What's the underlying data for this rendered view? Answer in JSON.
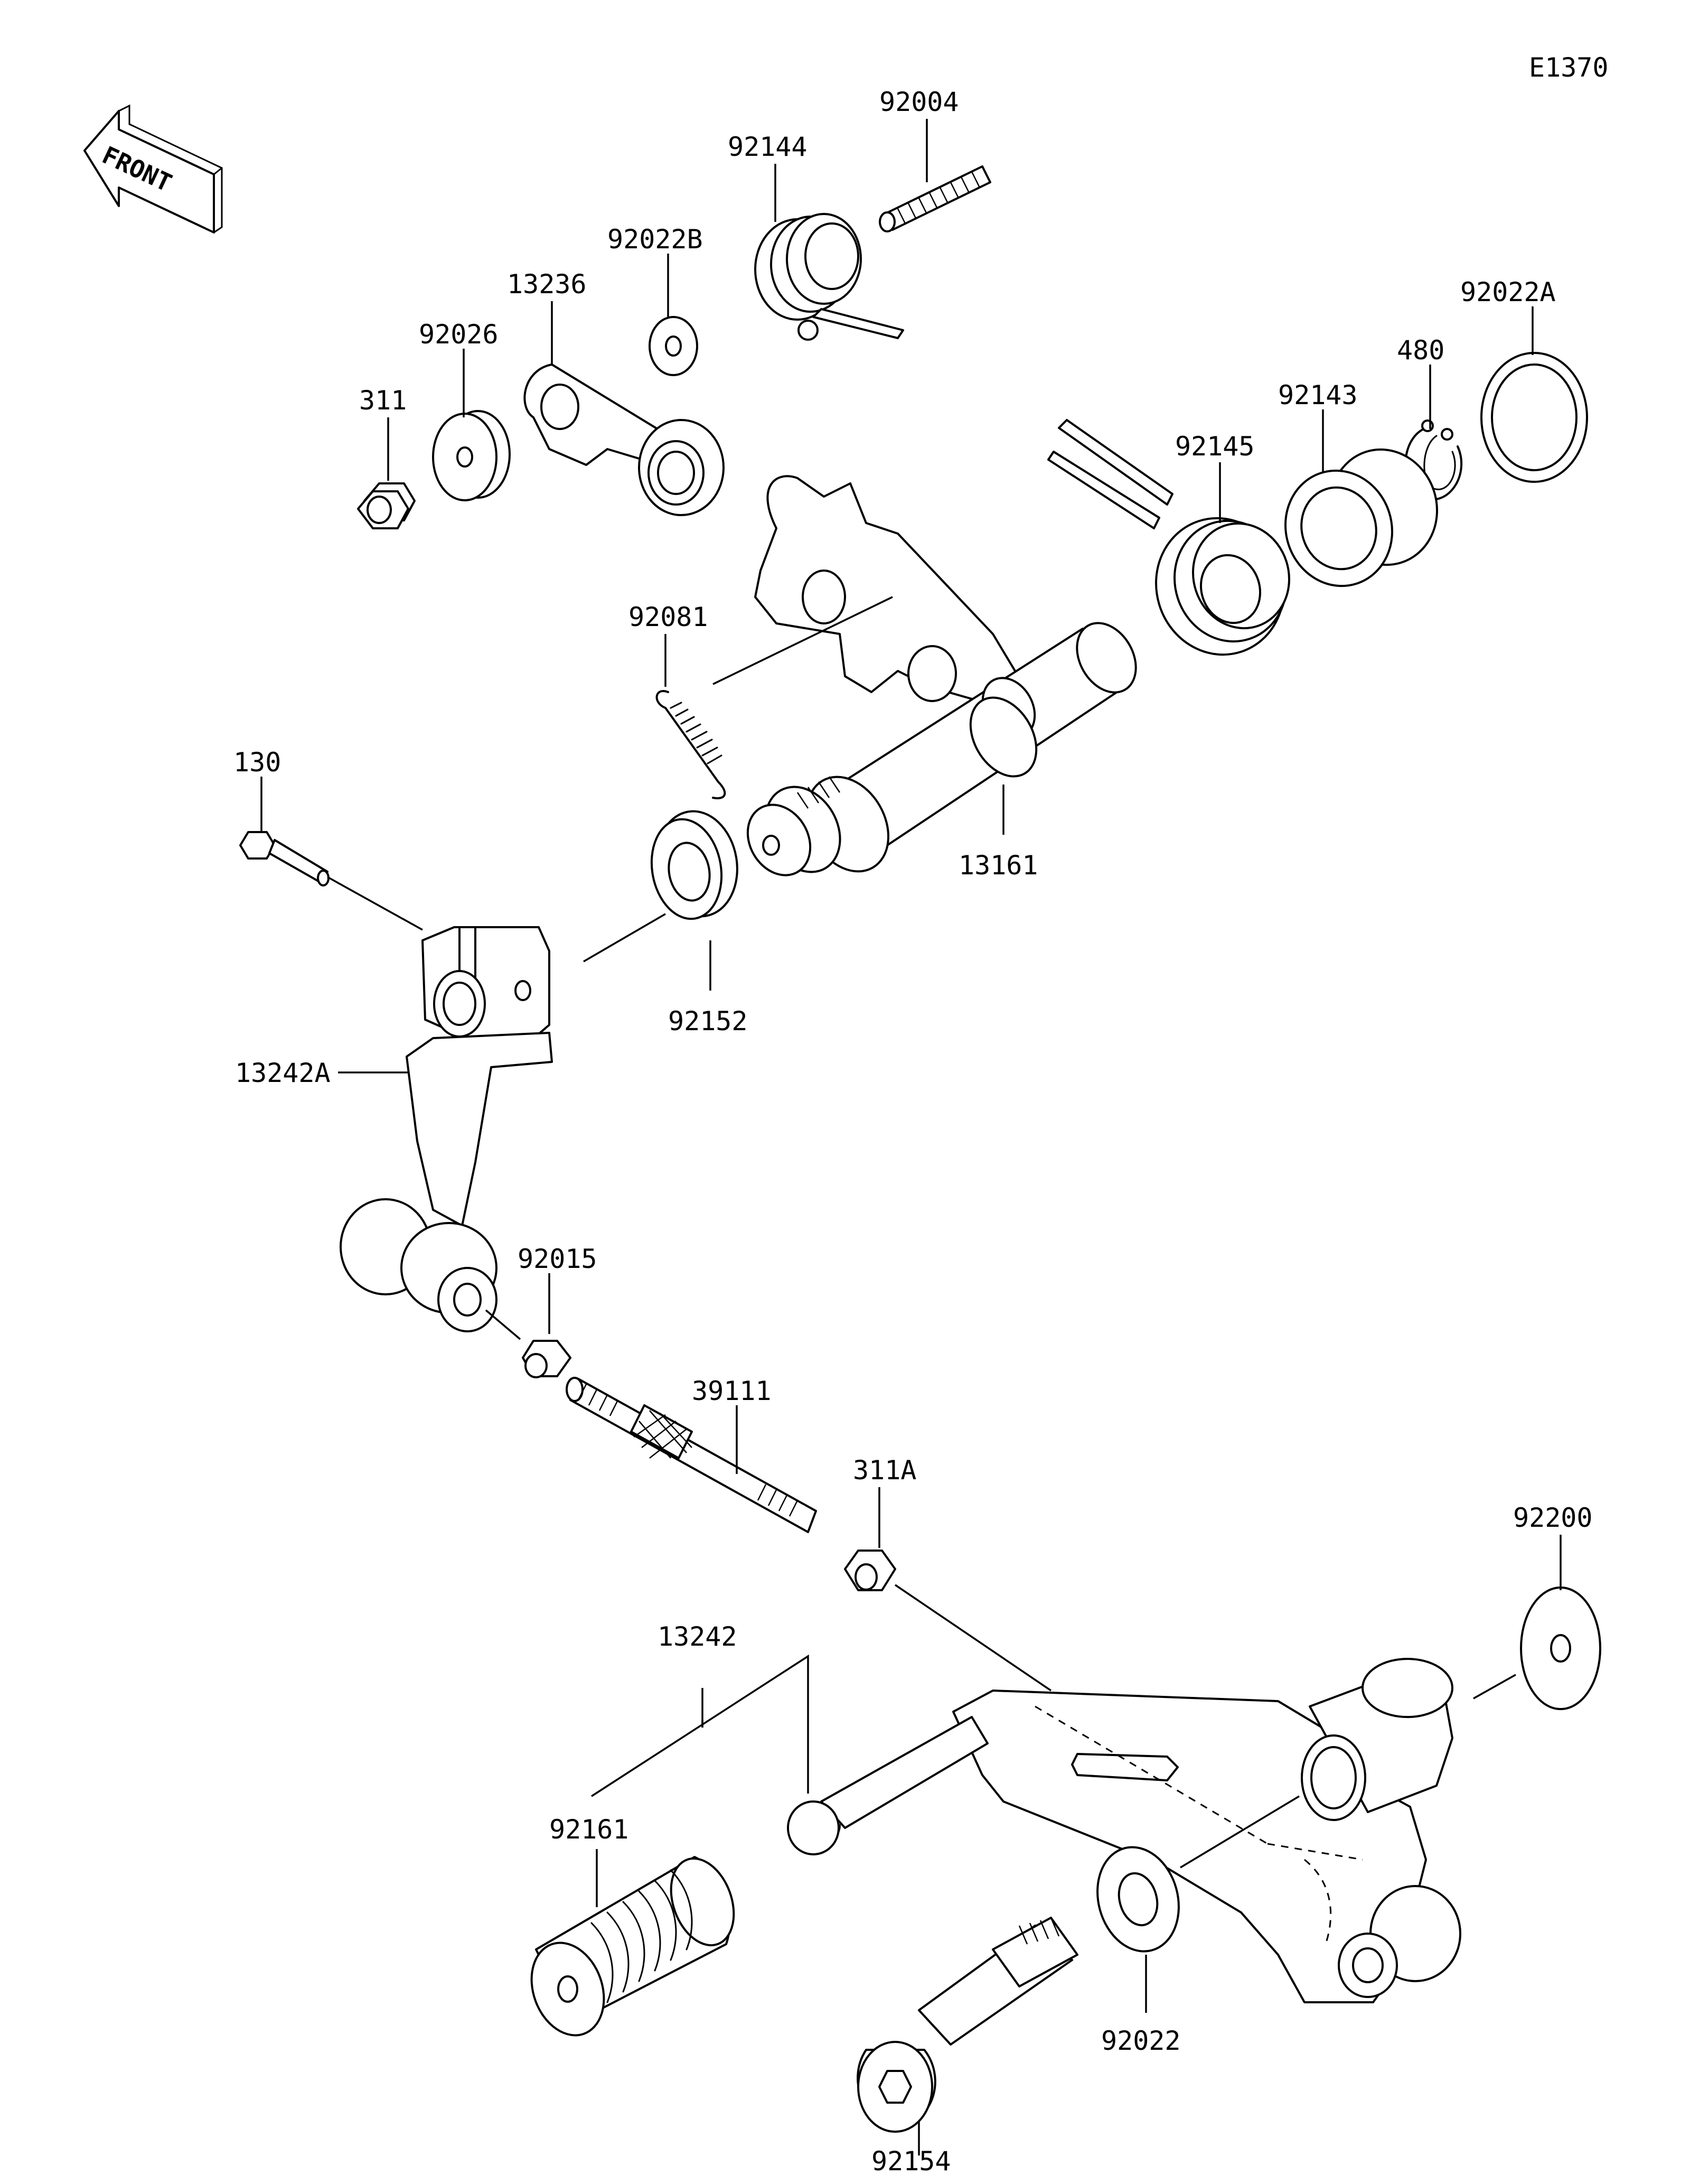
{
  "diagram_code": "E1370",
  "front_label": "FRONT",
  "callouts": [
    {
      "id": "92004",
      "label": "92004"
    },
    {
      "id": "92144",
      "label": "92144"
    },
    {
      "id": "92022B",
      "label": "92022B"
    },
    {
      "id": "13236",
      "label": "13236"
    },
    {
      "id": "92026",
      "label": "92026"
    },
    {
      "id": "311",
      "label": "311"
    },
    {
      "id": "92022A",
      "label": "92022A"
    },
    {
      "id": "480",
      "label": "480"
    },
    {
      "id": "92143",
      "label": "92143"
    },
    {
      "id": "92145",
      "label": "92145"
    },
    {
      "id": "92081",
      "label": "92081"
    },
    {
      "id": "130",
      "label": "130"
    },
    {
      "id": "13161",
      "label": "13161"
    },
    {
      "id": "92152",
      "label": "92152"
    },
    {
      "id": "13242A",
      "label": "13242A"
    },
    {
      "id": "92015",
      "label": "92015"
    },
    {
      "id": "39111",
      "label": "39111"
    },
    {
      "id": "311A",
      "label": "311A"
    },
    {
      "id": "92200",
      "label": "92200"
    },
    {
      "id": "13242",
      "label": "13242"
    },
    {
      "id": "92161",
      "label": "92161"
    },
    {
      "id": "92022",
      "label": "92022"
    },
    {
      "id": "92154",
      "label": "92154"
    }
  ]
}
